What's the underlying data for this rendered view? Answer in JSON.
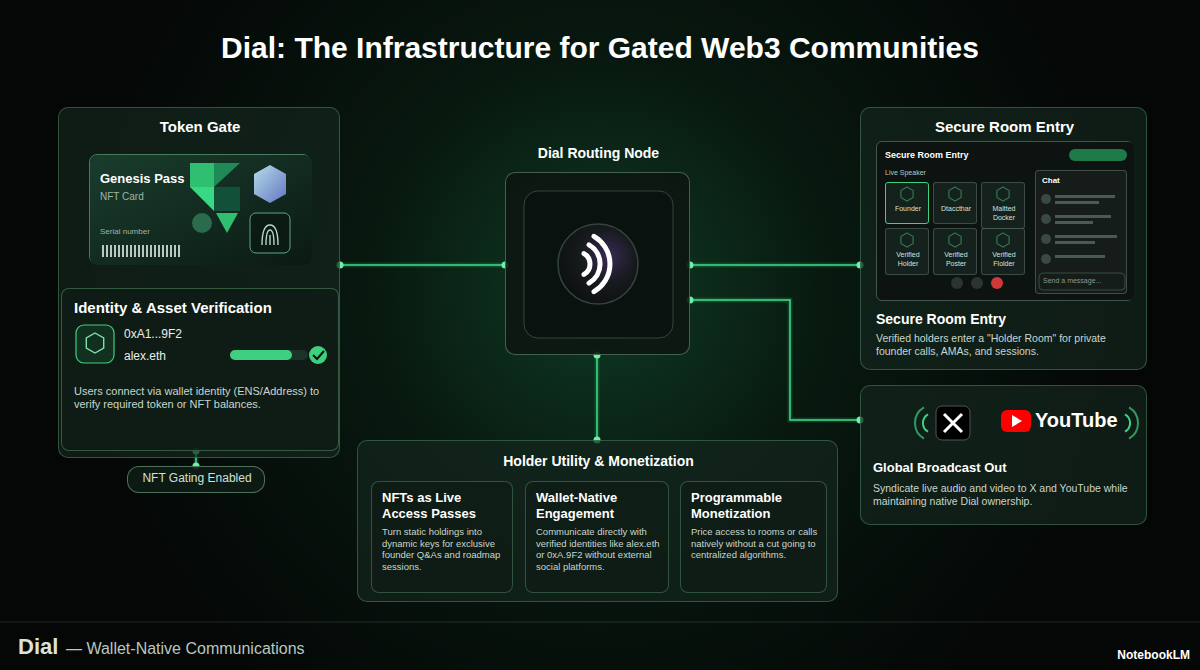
{
  "diagram": {
    "title": "Dial: The Infrastructure for Gated Web3 Communities",
    "nodes": [
      {
        "text": [
          "Token Gate"
        ]
      },
      {
        "text": [
          "Genesis Pass",
          "NFT Card",
          "Serial number"
        ],
        "in": 0
      },
      {
        "text": [
          "Identity & Asset Verification",
          "0xA1...9F2",
          "alex.eth",
          "Users connect via wallet identity (ENS/Address) to verify required token or NFT balances."
        ],
        "in": 0
      },
      {
        "text": [
          "NFT Gating Enabled"
        ]
      },
      {
        "text": [
          "Dial Routing Node"
        ]
      },
      {
        "text": [
          "Secure Room Entry",
          "Secure Room Entry",
          "Verified holders enter a \"Holder Room\" for private founder calls, AMAs, and sessions."
        ]
      },
      {
        "text": [
          "Secure Room Entry",
          "Live Speaker"
        ],
        "in": 5
      },
      {
        "text": [
          "Founder"
        ],
        "in": 6
      },
      {
        "text": [
          "Dtaccthar"
        ],
        "in": 6
      },
      {
        "text": [
          "Maltted Docker"
        ],
        "in": 6
      },
      {
        "text": [
          "Verified Holder"
        ],
        "in": 6
      },
      {
        "text": [
          "Verified Poster"
        ],
        "in": 6
      },
      {
        "text": [
          "Verified Flolder"
        ],
        "in": 6
      },
      {
        "text": [
          "Chat",
          "Send a message..."
        ],
        "in": 6
      },
      {
        "text": [
          "YouTube",
          "Global Broadcast Out",
          "Syndicate live audio and video to X and YouTube while maintaining native Dial ownership."
        ]
      },
      {
        "text": [
          "Holder Utility & Monetization"
        ]
      },
      {
        "text": [
          "NFTs as Live Access Passes",
          "Turn static holdings into dynamic keys for exclusive founder Q&As and roadmap sessions."
        ],
        "in": 15
      },
      {
        "text": [
          "Wallet-Native Engagement",
          "Communicate directly with verified identities like alex.eth or 0xA.9F2 without external social platforms."
        ],
        "in": 15
      },
      {
        "text": [
          "Programmable Monetization",
          "Price access to rooms or calls natively without a cut going to centralized algorithms."
        ],
        "in": 15
      }
    ],
    "edges": [
      {
        "from": 0,
        "to": 4,
        "arrow": "none"
      },
      {
        "from": 4,
        "to": 5,
        "arrow": "none"
      },
      {
        "from": 4,
        "to": 15,
        "arrow": "none"
      },
      {
        "from": 4,
        "to": 14,
        "arrow": "none"
      },
      {
        "from": 2,
        "to": 3,
        "arrow": "none"
      }
    ],
    "labels": [
      "Dial",
      "— Wallet-Native Communications",
      "NotebookLM"
    ]
  }
}
